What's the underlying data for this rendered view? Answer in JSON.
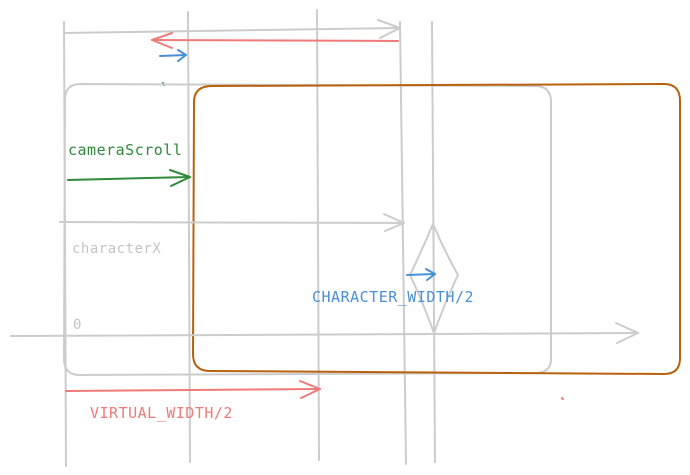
{
  "labels": {
    "camera_scroll": "cameraScroll",
    "character_x": "characterX",
    "origin": "0",
    "character_width_half": "CHARACTER_WIDTH/2",
    "virtual_width_half": "VIRTUAL_WIDTH/2"
  },
  "colors": {
    "gray_line": "#cccccc",
    "gray_text": "#c4c4c4",
    "camera_box": "#b8620f",
    "green": "#2f8a3a",
    "blue": "#4a90d6",
    "red": "#f07a7a"
  }
}
